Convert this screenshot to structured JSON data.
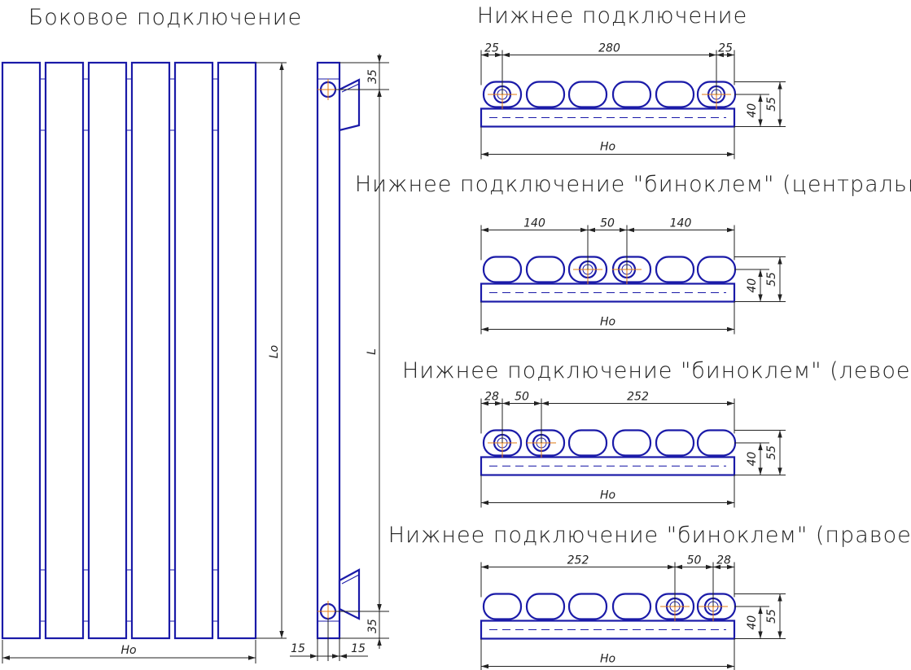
{
  "titles": {
    "side": "Боковое подключение",
    "bottom": "Нижнее подключение",
    "bino_center": "Нижнее подключение \"биноклем\" (центральное)",
    "bino_left": "Нижнее подключение \"биноклем\" (левое)",
    "bino_right": "Нижнее подключение \"биноклем\" (правое)"
  },
  "side_view": {
    "width_label": "Ho",
    "axis_length_label": "Lo",
    "total_length_label": "L",
    "top_offset": "35",
    "bottom_offset": "35",
    "depth_left": "15",
    "depth_right": "15"
  },
  "bottom_view": {
    "left": "25",
    "middle": "280",
    "right": "25",
    "width_label": "Ho",
    "h40": "40",
    "h55": "55"
  },
  "bino_center_view": {
    "left": "140",
    "middle": "50",
    "right": "140",
    "width_label": "Ho",
    "h40": "40",
    "h55": "55"
  },
  "bino_left_view": {
    "d1": "28",
    "d2": "50",
    "d3": "252",
    "width_label": "Ho",
    "h40": "40",
    "h55": "55"
  },
  "bino_right_view": {
    "d1": "252",
    "d2": "50",
    "d3": "28",
    "width_label": "Ho",
    "h40": "40",
    "h55": "55"
  },
  "colors": {
    "part_stroke": "#1a1aa8",
    "centerline": "#e07a10",
    "dimension": "#222222"
  }
}
